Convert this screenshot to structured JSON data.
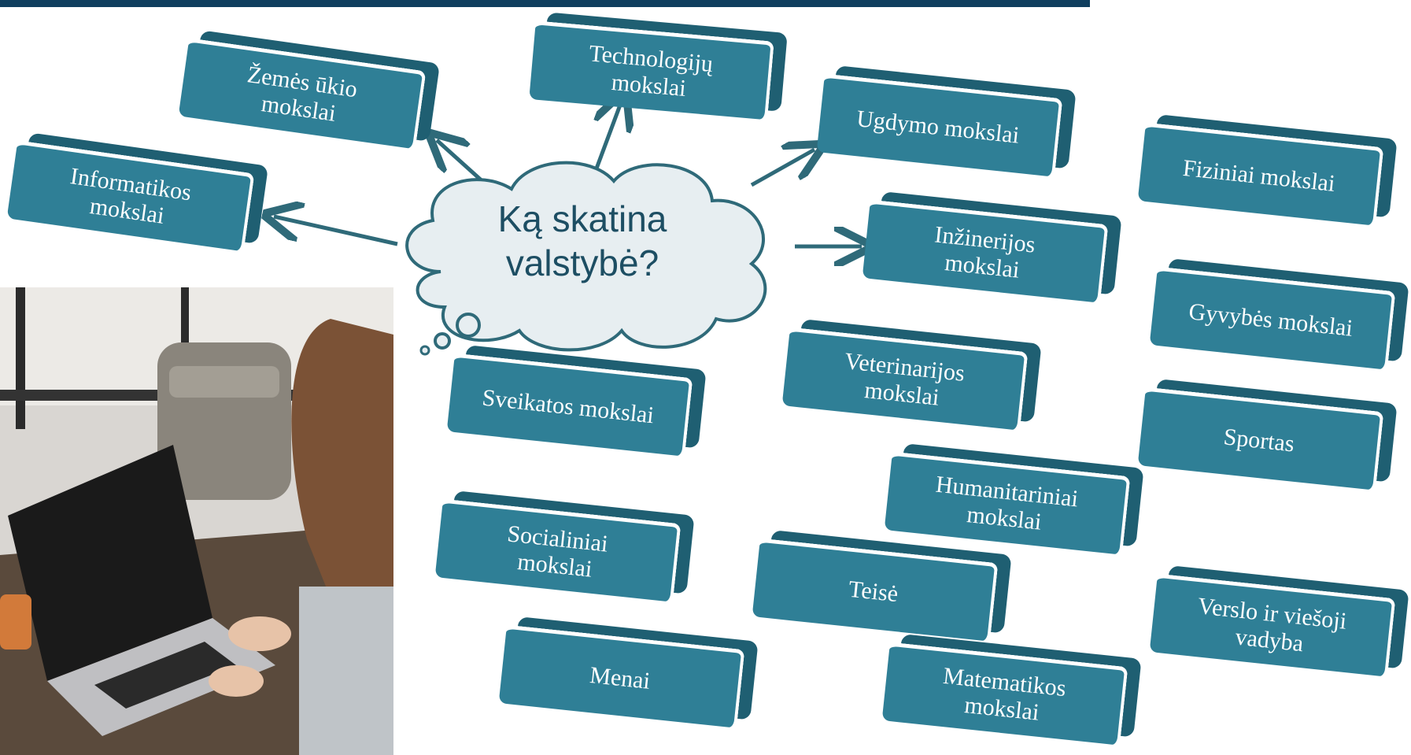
{
  "center_question": {
    "line1": "Ką skatina",
    "line2": "valstybė?"
  },
  "fields": [
    {
      "label": "Informatikos\nmokslai"
    },
    {
      "label": "Žemės ūkio\nmokslai"
    },
    {
      "label": "Technologijų\nmokslai"
    },
    {
      "label": "Ugdymo mokslai"
    },
    {
      "label": "Fiziniai mokslai"
    },
    {
      "label": "Inžinerijos\nmokslai"
    },
    {
      "label": "Gyvybės mokslai"
    },
    {
      "label": "Sveikatos mokslai"
    },
    {
      "label": "Veterinarijos\nmokslai"
    },
    {
      "label": "Sportas"
    },
    {
      "label": "Humanitariniai\nmokslai"
    },
    {
      "label": "Socialiniai\nmokslai"
    },
    {
      "label": "Teisė"
    },
    {
      "label": "Verslo ir viešoji\nvadyba"
    },
    {
      "label": "Menai"
    },
    {
      "label": "Matematikos\nmokslai"
    }
  ],
  "colors": {
    "tile": "#2f7f96",
    "tile_side": "#1f5f72",
    "arrow": "#2f6a79",
    "topbar": "#0f3e5e"
  }
}
